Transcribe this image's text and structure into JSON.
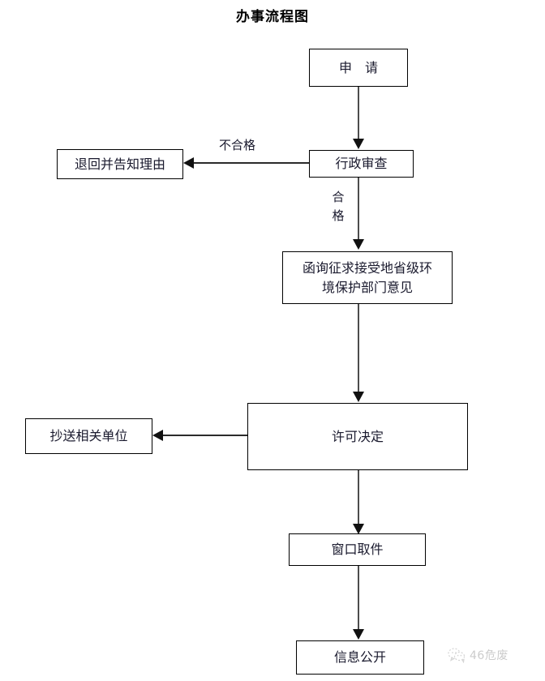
{
  "document": {
    "title": "办事流程图"
  },
  "flowchart": {
    "nodes": [
      {
        "id": "apply",
        "label": "申　请"
      },
      {
        "id": "review",
        "label": "行政审查"
      },
      {
        "id": "reject",
        "label": "退回并告知理由"
      },
      {
        "id": "consult",
        "label": "函询征求接受地省级环\n境保护部门意见"
      },
      {
        "id": "decision",
        "label": "许可决定"
      },
      {
        "id": "copyto",
        "label": "抄送相关单位"
      },
      {
        "id": "pickup",
        "label": "窗口取件"
      },
      {
        "id": "publish",
        "label": "信息公开"
      }
    ],
    "edge_labels": [
      {
        "id": "fail",
        "label": "不合格"
      },
      {
        "id": "pass",
        "label": "合\n格"
      }
    ]
  },
  "watermark": {
    "icon": "wechat-icon",
    "text": "46危废"
  },
  "colors": {
    "border": "#000000",
    "text": "#1a1a2e",
    "arrow": "#111111",
    "background": "#ffffff"
  }
}
